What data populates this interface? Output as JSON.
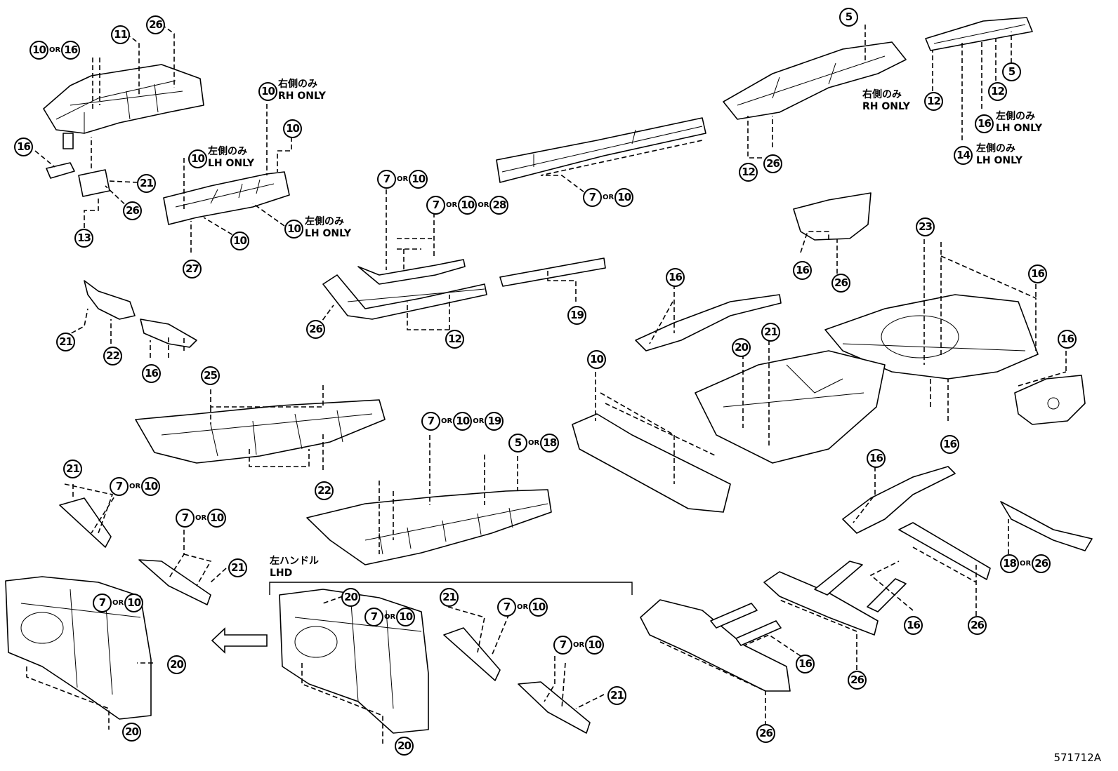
{
  "diagram_code": "571712A",
  "lhd_group": {
    "label_ja": "左ハンドル",
    "label_en": "LHD"
  },
  "notes": {
    "rh_only_ja": "右側のみ",
    "rh_only_en": "RH ONLY",
    "lh_only_ja": "左側のみ",
    "lh_only_en": "LH ONLY"
  },
  "or_word": "OR",
  "callouts": {
    "c1": [
      "10",
      "16"
    ],
    "c2": [
      "11"
    ],
    "c3": [
      "26"
    ],
    "c4": [
      "16"
    ],
    "c5": [
      "21"
    ],
    "c6": [
      "26"
    ],
    "c7": [
      "13"
    ],
    "c8": [
      "10"
    ],
    "c9": [
      "10"
    ],
    "c10": [
      "10"
    ],
    "c11": [
      "10"
    ],
    "c12": [
      "10"
    ],
    "c13": [
      "27"
    ],
    "c14": [
      "7",
      "10"
    ],
    "c15": [
      "7",
      "10",
      "28"
    ],
    "c16": [
      "26"
    ],
    "c17": [
      "12"
    ],
    "c18": [
      "19"
    ],
    "c19": [
      "7",
      "10"
    ],
    "c20": [
      "5"
    ],
    "c21": [
      "12"
    ],
    "c22": [
      "26"
    ],
    "c23": [
      "12"
    ],
    "c24": [
      "5"
    ],
    "c25": [
      "12"
    ],
    "c26": [
      "16"
    ],
    "c27": [
      "14"
    ],
    "c28": [
      "21"
    ],
    "c29": [
      "22"
    ],
    "c30": [
      "16"
    ],
    "c31": [
      "25"
    ],
    "c32": [
      "22"
    ],
    "c33": [
      "16"
    ],
    "c34": [
      "26"
    ],
    "c35": [
      "16"
    ],
    "c36": [
      "23"
    ],
    "c37": [
      "16"
    ],
    "c38": [
      "21"
    ],
    "c39": [
      "20"
    ],
    "c40": [
      "16"
    ],
    "c41": [
      "16"
    ],
    "c42": [
      "10"
    ],
    "c43": [
      "7",
      "10",
      "19"
    ],
    "c44": [
      "5",
      "18"
    ],
    "c45": [
      "21"
    ],
    "c46": [
      "7",
      "10"
    ],
    "c47": [
      "7",
      "10"
    ],
    "c48": [
      "21"
    ],
    "c49": [
      "7",
      "10"
    ],
    "c50": [
      "20"
    ],
    "c51": [
      "20"
    ],
    "c52": [
      "20"
    ],
    "c53": [
      "7",
      "10"
    ],
    "c54": [
      "21"
    ],
    "c55": [
      "7",
      "10"
    ],
    "c56": [
      "7",
      "10"
    ],
    "c57": [
      "21"
    ],
    "c58": [
      "20"
    ],
    "c59": [
      "16"
    ],
    "c60": [
      "18",
      "26"
    ],
    "c61": [
      "16"
    ],
    "c62": [
      "26"
    ],
    "c63": [
      "16"
    ],
    "c64": [
      "26"
    ],
    "c65": [
      "26"
    ]
  }
}
